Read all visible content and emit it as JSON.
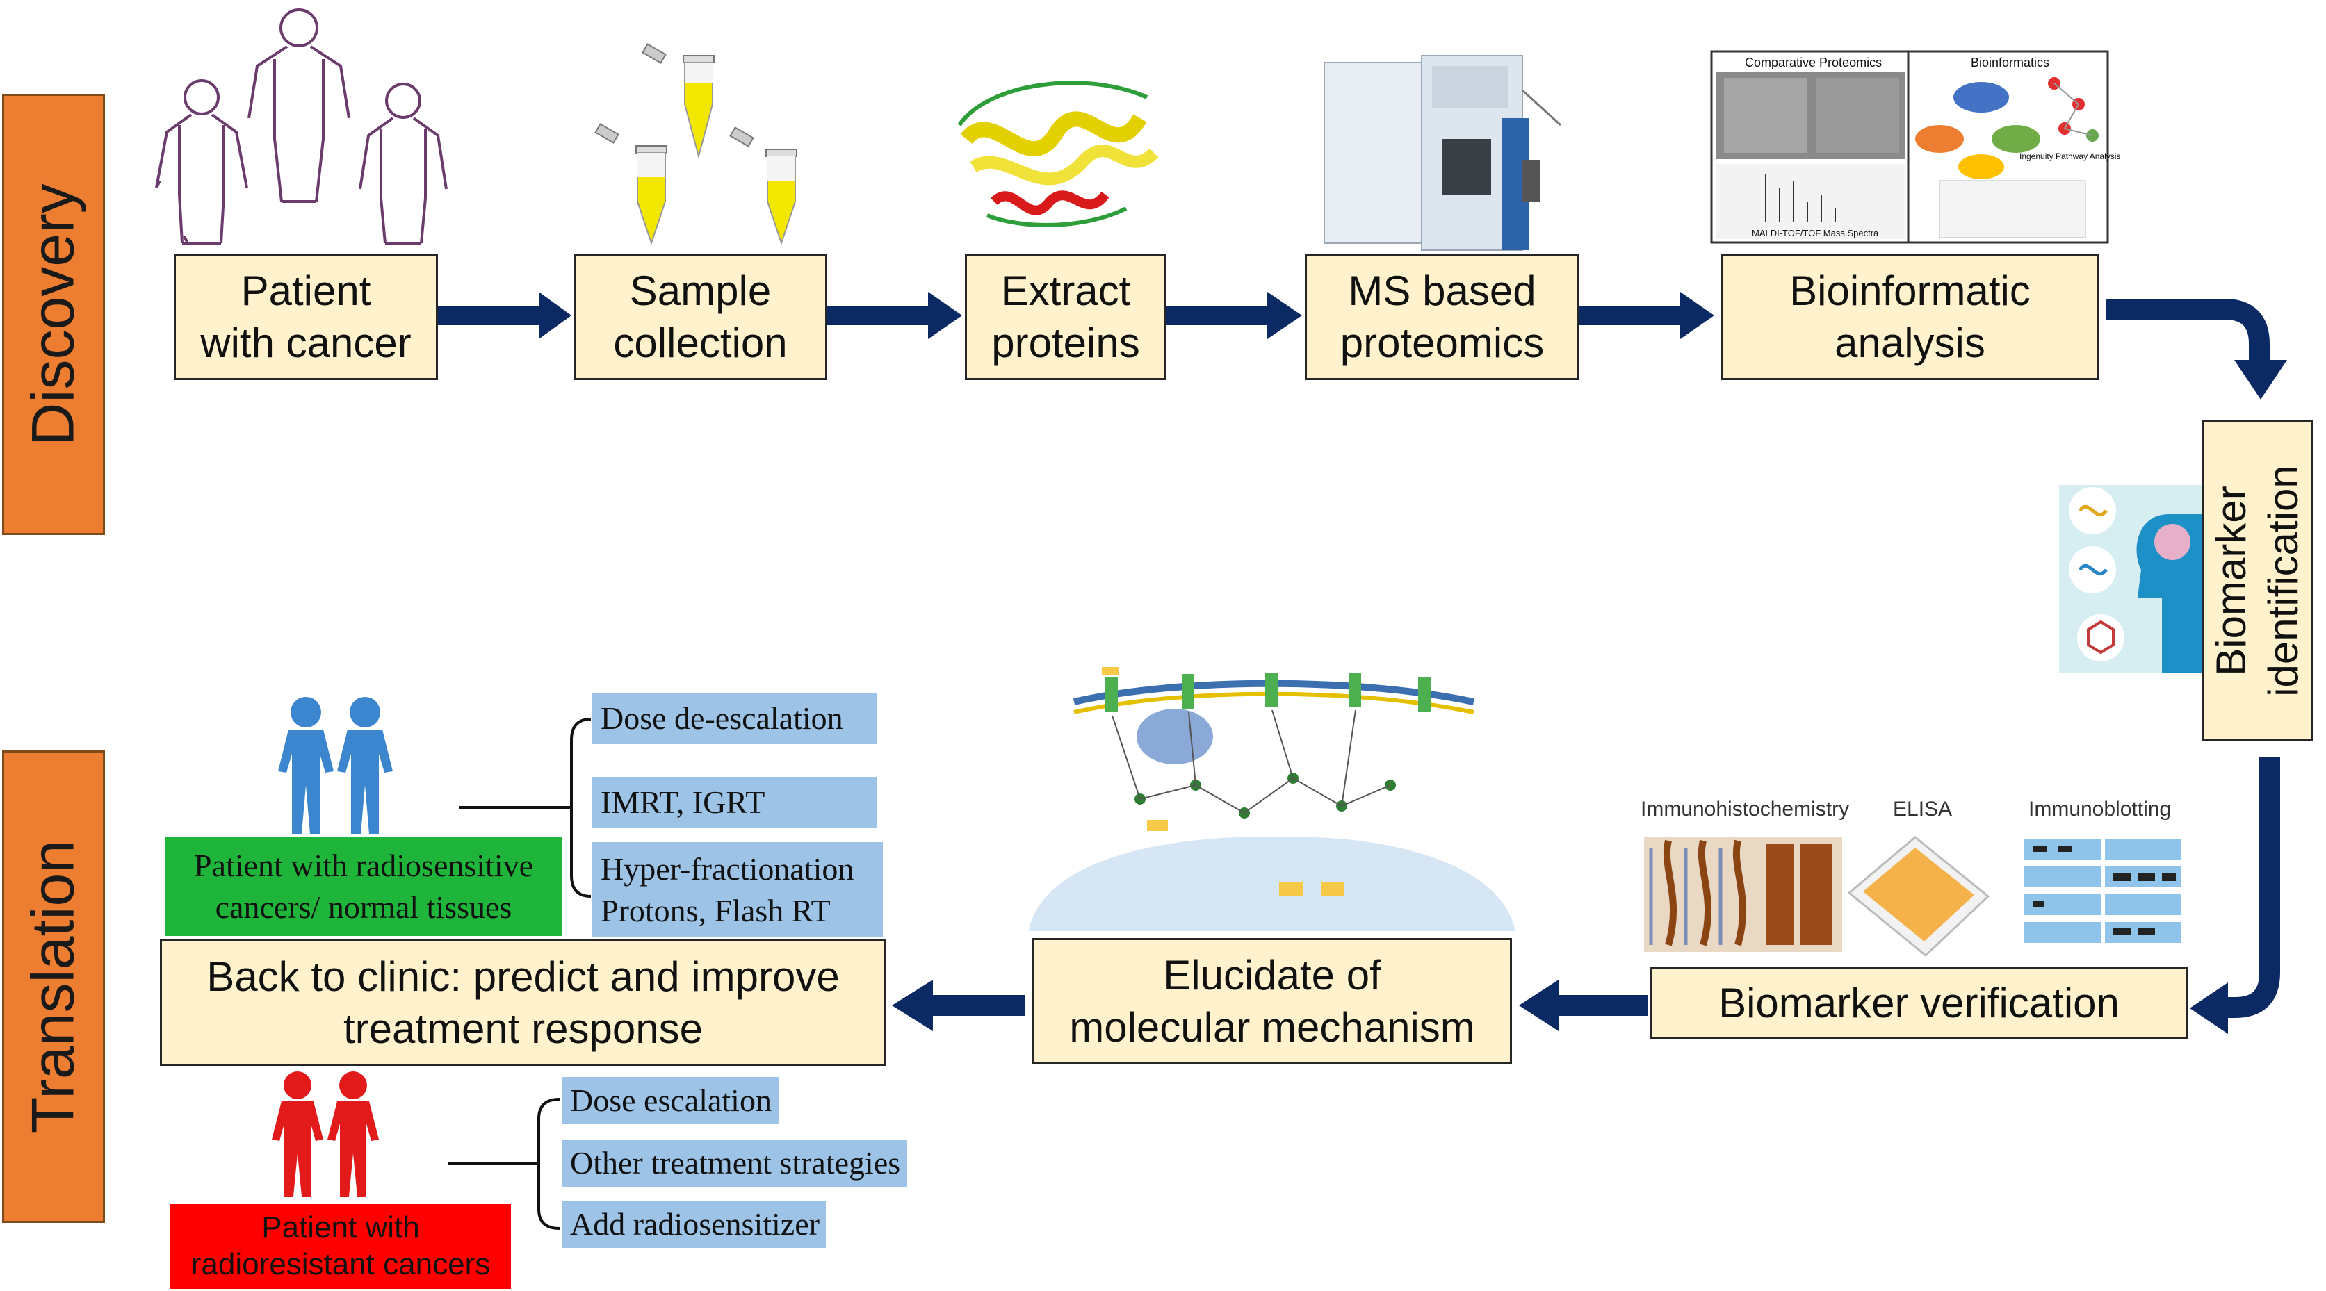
{
  "stages": {
    "discovery": "Discovery",
    "translation": "Translation"
  },
  "discovery_steps": [
    "Patient\nwith cancer",
    "Sample\ncollection",
    "Extract\nproteins",
    "MS based\nproteomics",
    "Bioinformatic\nanalysis"
  ],
  "biomarker_identification": "Biomarker\nidentification",
  "biomarker_verification": "Biomarker verification",
  "elucidate": "Elucidate of\nmolecular mechanism",
  "back_to_clinic": "Back to clinic: predict and improve\ntreatment response",
  "radiosensitive": {
    "label": "Patient with radiosensitive\ncancers/ normal tissues",
    "options": [
      "Dose de-escalation",
      "IMRT, IGRT",
      "Hyper-fractionation\nProtons, Flash RT"
    ]
  },
  "radioresistant": {
    "label": "Patient with\nradioresistant cancers",
    "options": [
      "Dose escalation",
      "Other treatment strategies",
      "Add radiosensitizer"
    ]
  },
  "bioinformatics_panel": {
    "left_title": "Comparative Proteomics",
    "right_title": "Bioinformatics",
    "spectra_label": "MALDI-TOF/TOF Mass Spectra",
    "pathway_label": "Ingenuity Pathway Analysis"
  },
  "verification_methods": [
    "Immunohistochemistry",
    "ELISA",
    "Immunoblotting"
  ],
  "colors": {
    "stage": "#ED7D31",
    "step_fill": "#FFF2CC",
    "arrow": "#0B2A63",
    "option_fill": "#9DC3E6",
    "radiosensitive_fill": "#1FB53A",
    "radioresistant_fill": "#FF0000",
    "patient_blue": "#3C86CF",
    "patient_red": "#E21A1A"
  }
}
